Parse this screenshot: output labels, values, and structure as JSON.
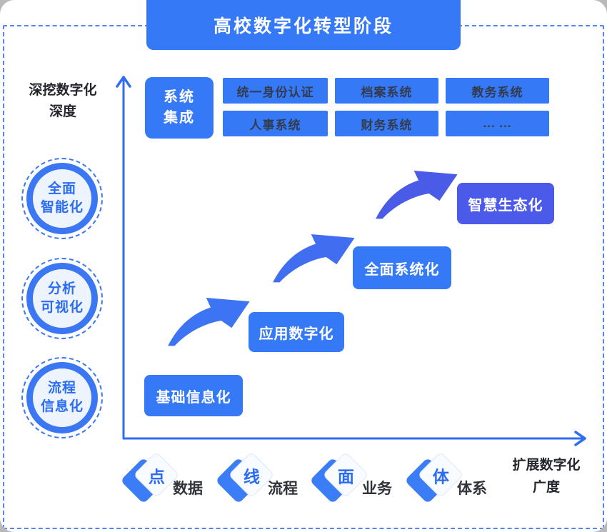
{
  "title": "高校数字化转型阶段",
  "axes": {
    "depth_label_line1": "深挖数字化",
    "depth_label_line2": "深度",
    "breadth_label_line1": "扩展数字化",
    "breadth_label_line2": "广度"
  },
  "depth_levels": [
    {
      "line1": "全面",
      "line2": "智能化"
    },
    {
      "line1": "分析",
      "line2": "可视化"
    },
    {
      "line1": "流程",
      "line2": "信息化"
    }
  ],
  "integration": {
    "line1": "系统",
    "line2": "集成"
  },
  "systems": [
    "统一身份认证",
    "档案系统",
    "教务系统",
    "人事系统",
    "财务系统",
    "... ..."
  ],
  "stages": [
    {
      "label": "基础信息化"
    },
    {
      "label": "应用数字化"
    },
    {
      "label": "全面系统化"
    },
    {
      "label": "智慧生态化"
    }
  ],
  "breadth_levels": [
    {
      "char": "点",
      "label": "数据"
    },
    {
      "char": "线",
      "label": "流程"
    },
    {
      "char": "面",
      "label": "业务"
    },
    {
      "char": "体",
      "label": "体系"
    }
  ],
  "colors": {
    "primary_blue": "#3679F6",
    "indigo": "#4B5AE9",
    "axis_blue": "#2F6CF0",
    "dashed_border": "#5585F2",
    "circle_fill": "#EEF4FE",
    "accent_text": "#2B6CF1",
    "dark_text": "#24262C",
    "system_box_text": "#333B4F"
  }
}
